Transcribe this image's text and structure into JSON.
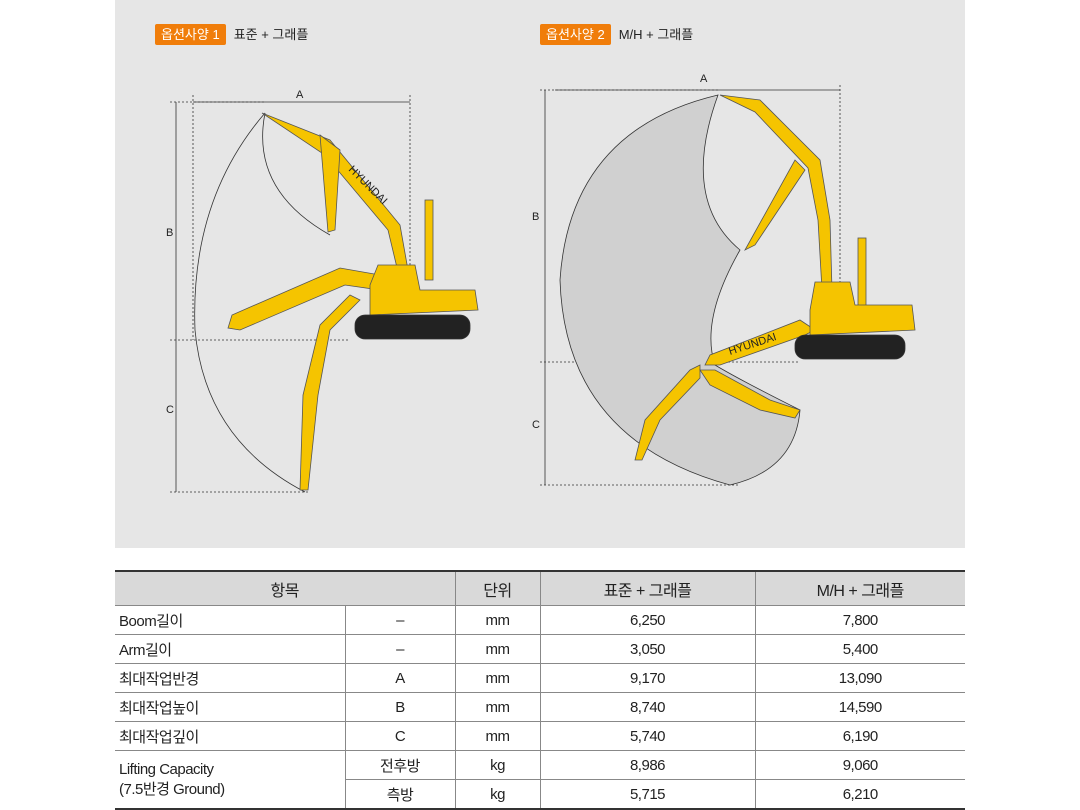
{
  "options": [
    {
      "badge": "옵션사양 1",
      "label": "표준 + 그래플"
    },
    {
      "badge": "옵션사양 2",
      "label": "M/H + 그래플"
    }
  ],
  "diagram_labels": {
    "a": "A",
    "b": "B",
    "c": "C",
    "brand": "HYUNDAI"
  },
  "colors": {
    "badge": "#f07d0a",
    "boom": "#f5c400",
    "panel": "#e6e6e6"
  },
  "table": {
    "headers": [
      "항목",
      "단위",
      "표준 + 그래플",
      "M/H + 그래플"
    ],
    "rows": [
      [
        "Boom길이",
        "–",
        "mm",
        "6,250",
        "7,800"
      ],
      [
        "Arm길이",
        "–",
        "mm",
        "3,050",
        "5,400"
      ],
      [
        "최대작업반경",
        "A",
        "mm",
        "9,170",
        "13,090"
      ],
      [
        "최대작업높이",
        "B",
        "mm",
        "8,740",
        "14,590"
      ],
      [
        "최대작업깊이",
        "C",
        "mm",
        "5,740",
        "6,190"
      ]
    ],
    "lifting": {
      "label1": "Lifting Capacity",
      "label2": "(7.5반경 Ground)",
      "rows": [
        [
          "전후방",
          "kg",
          "8,986",
          "9,060"
        ],
        [
          "측방",
          "kg",
          "5,715",
          "6,210"
        ]
      ]
    }
  }
}
